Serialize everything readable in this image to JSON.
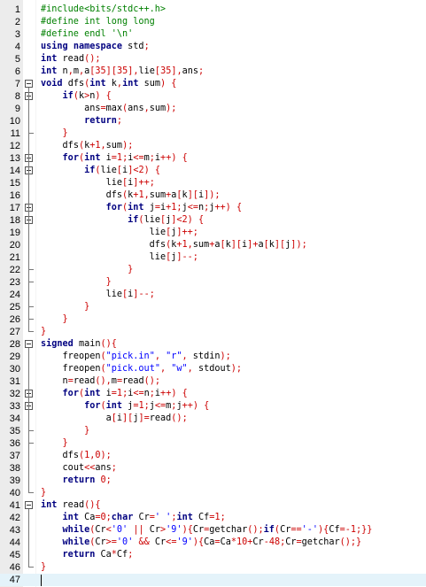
{
  "editor": {
    "current_line": 47,
    "colors": {
      "gutter": "#ececec",
      "current_line_bg": "#e4f3fa",
      "preprocessor": "#008000",
      "keyword_red": "#cc0000",
      "string_blue": "#0000ff",
      "default_text": "#000000",
      "guide": "#777777"
    },
    "lines": [
      {
        "n": "1",
        "text": "#include<bits/stdc++.h>"
      },
      {
        "n": "2",
        "text": "#define int long long"
      },
      {
        "n": "3",
        "text": "#define endl '\\n'"
      },
      {
        "n": "4",
        "text": "using namespace std;"
      },
      {
        "n": "5",
        "text": "int read();"
      },
      {
        "n": "6",
        "text": "int n,m,a[35][35],lie[35],ans;"
      },
      {
        "n": "7",
        "text": "void dfs(int k,int sum) {"
      },
      {
        "n": "8",
        "text": "    if(k>n) {"
      },
      {
        "n": "9",
        "text": "        ans=max(ans,sum);"
      },
      {
        "n": "10",
        "text": "        return;"
      },
      {
        "n": "11",
        "text": "    }"
      },
      {
        "n": "12",
        "text": "    dfs(k+1,sum);"
      },
      {
        "n": "13",
        "text": "    for(int i=1;i<=m;i++) {"
      },
      {
        "n": "14",
        "text": "        if(lie[i]<2) {"
      },
      {
        "n": "15",
        "text": "            lie[i]++;"
      },
      {
        "n": "16",
        "text": "            dfs(k+1,sum+a[k][i]);"
      },
      {
        "n": "17",
        "text": "            for(int j=i+1;j<=n;j++) {"
      },
      {
        "n": "18",
        "text": "                if(lie[j]<2) {"
      },
      {
        "n": "19",
        "text": "                    lie[j]++;"
      },
      {
        "n": "20",
        "text": "                    dfs(k+1,sum+a[k][i]+a[k][j]);"
      },
      {
        "n": "21",
        "text": "                    lie[j]--;"
      },
      {
        "n": "22",
        "text": "                }"
      },
      {
        "n": "23",
        "text": "            }"
      },
      {
        "n": "24",
        "text": "            lie[i]--;"
      },
      {
        "n": "25",
        "text": "        }"
      },
      {
        "n": "26",
        "text": "    }"
      },
      {
        "n": "27",
        "text": "}"
      },
      {
        "n": "28",
        "text": "signed main(){"
      },
      {
        "n": "29",
        "text": "    freopen(\"pick.in\", \"r\", stdin);"
      },
      {
        "n": "30",
        "text": "    freopen(\"pick.out\", \"w\", stdout);"
      },
      {
        "n": "31",
        "text": "    n=read(),m=read();"
      },
      {
        "n": "32",
        "text": "    for(int i=1;i<=n;i++) {"
      },
      {
        "n": "33",
        "text": "        for(int j=1;j<=m;j++) {"
      },
      {
        "n": "34",
        "text": "            a[i][j]=read();"
      },
      {
        "n": "35",
        "text": "        }"
      },
      {
        "n": "36",
        "text": "    }"
      },
      {
        "n": "37",
        "text": "    dfs(1,0);"
      },
      {
        "n": "38",
        "text": "    cout<<ans;"
      },
      {
        "n": "39",
        "text": "    return 0;"
      },
      {
        "n": "40",
        "text": "}"
      },
      {
        "n": "41",
        "text": "int read(){"
      },
      {
        "n": "42",
        "text": "    int Ca=0;char Cr=' ';int Cf=1;"
      },
      {
        "n": "43",
        "text": "    while(Cr<'0' || Cr>'9'){Cr=getchar();if(Cr=='-'){Cf=-1;}}"
      },
      {
        "n": "44",
        "text": "    while(Cr>='0' && Cr<='9'){Ca=Ca*10+Cr-48;Cr=getchar();}"
      },
      {
        "n": "45",
        "text": "    return Ca*Cf;"
      },
      {
        "n": "46",
        "text": "}"
      },
      {
        "n": "47",
        "text": ""
      }
    ]
  }
}
